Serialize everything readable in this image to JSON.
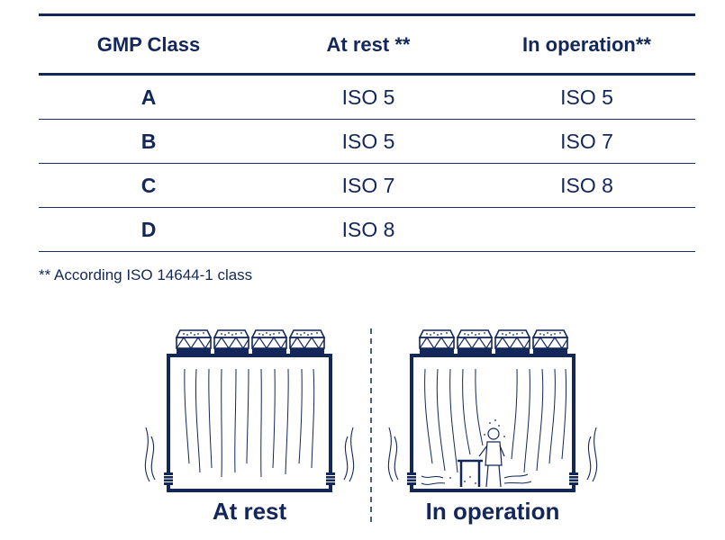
{
  "table": {
    "headers": [
      "GMP Class",
      "At rest **",
      "In operation**"
    ],
    "rows": [
      {
        "gmp_class": "A",
        "at_rest": "ISO 5",
        "in_operation": "ISO 5"
      },
      {
        "gmp_class": "B",
        "at_rest": "ISO 5",
        "in_operation": "ISO 7"
      },
      {
        "gmp_class": "C",
        "at_rest": "ISO 7",
        "in_operation": "ISO 8"
      },
      {
        "gmp_class": "D",
        "at_rest": "ISO 8",
        "in_operation": ""
      }
    ]
  },
  "footnote": "** According ISO 14644-1 class",
  "diagram": {
    "left_caption": "At rest",
    "right_caption": "In operation"
  },
  "colors": {
    "navy": "#13275a"
  }
}
